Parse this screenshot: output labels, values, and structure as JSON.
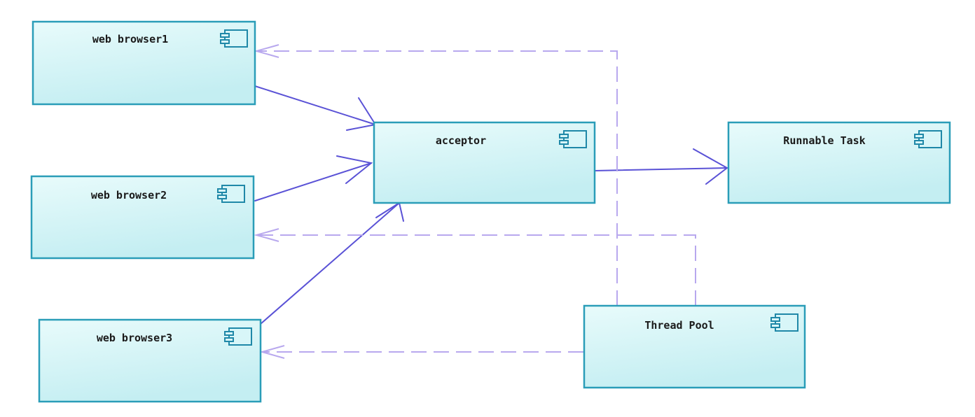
{
  "components": [
    {
      "id": "wb1",
      "label": "web browser1",
      "icon": "component-icon"
    },
    {
      "id": "wb2",
      "label": "web browser2",
      "icon": "component-icon"
    },
    {
      "id": "wb3",
      "label": "web browser3",
      "icon": "component-icon"
    },
    {
      "id": "acceptor",
      "label": "acceptor",
      "icon": "component-icon"
    },
    {
      "id": "task",
      "label": "Runnable Task",
      "icon": "component-icon"
    },
    {
      "id": "pool",
      "label": "Thread Pool",
      "icon": "component-icon"
    }
  ],
  "connections": [
    {
      "from": "wb1",
      "to": "acceptor",
      "style": "solid"
    },
    {
      "from": "wb2",
      "to": "acceptor",
      "style": "solid"
    },
    {
      "from": "wb3",
      "to": "acceptor",
      "style": "solid"
    },
    {
      "from": "acceptor",
      "to": "task",
      "style": "solid"
    },
    {
      "from": "pool",
      "to": "wb1",
      "style": "dashed"
    },
    {
      "from": "pool",
      "to": "wb2",
      "style": "dashed"
    },
    {
      "from": "pool",
      "to": "wb3",
      "style": "dashed"
    }
  ],
  "colors": {
    "box_fill_top": "#e8fbfb",
    "box_fill_bottom": "#c4eef2",
    "box_border": "#2a9db8",
    "solid_arrow": "#5a52d6",
    "dashed_arrow": "#b8a8ee"
  }
}
